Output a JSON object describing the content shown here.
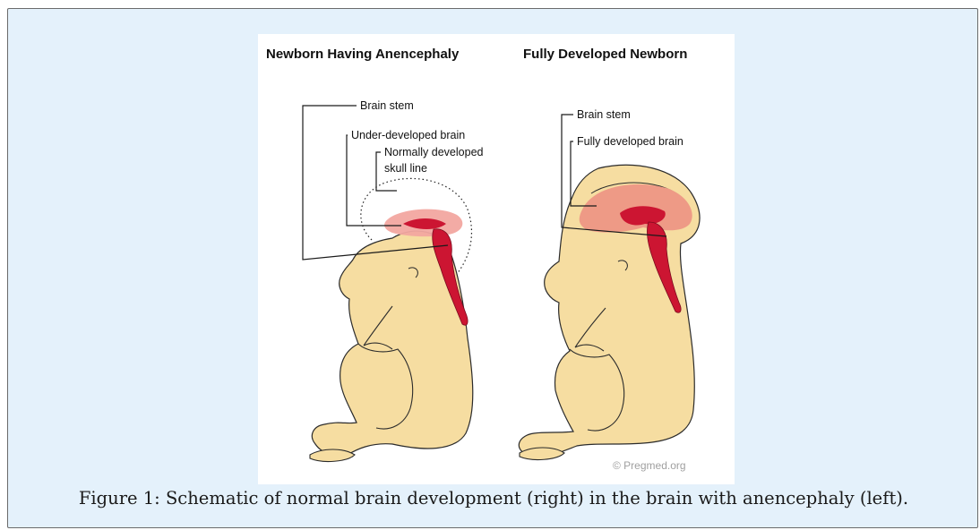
{
  "diagram": {
    "left_title": "Newborn Having Anencephaly",
    "right_title": "Fully Developed Newborn",
    "left_labels": {
      "brain_stem": "Brain stem",
      "underdeveloped_brain": "Under-developed brain",
      "skull_line_1": "Normally developed",
      "skull_line_2": "skull line"
    },
    "right_labels": {
      "brain_stem": "Brain stem",
      "developed_brain": "Fully developed brain"
    },
    "copyright": "© Pregmed.org",
    "colors": {
      "skin": "#f6dda1",
      "brain": "#ee9a86",
      "brain_stem": "#cc1532",
      "panel_bg": "#e4f1fb"
    }
  },
  "caption": "Figure 1: Schematic of normal brain development (right) in the brain with anencephaly (left)."
}
